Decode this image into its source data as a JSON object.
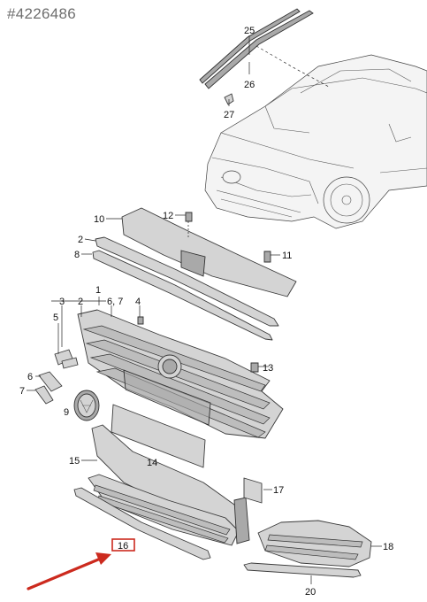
{
  "reference_id": "#4226486",
  "accent_color": "#cc2a1e",
  "callouts": {
    "c25": "25",
    "c26": "26",
    "c27": "27",
    "c10": "10",
    "c12": "12",
    "c2a": "2",
    "c8": "8",
    "c11": "11",
    "c1": "1",
    "c3": "3",
    "c2b": "2",
    "c67": "6, 7",
    "c4": "4",
    "c5": "5",
    "c13": "13",
    "c6": "6",
    "c7": "7",
    "c9": "9",
    "c15": "15",
    "c14": "14",
    "c17": "17",
    "c16": "16",
    "c18": "18",
    "c20": "20"
  },
  "highlighted_part": "16"
}
